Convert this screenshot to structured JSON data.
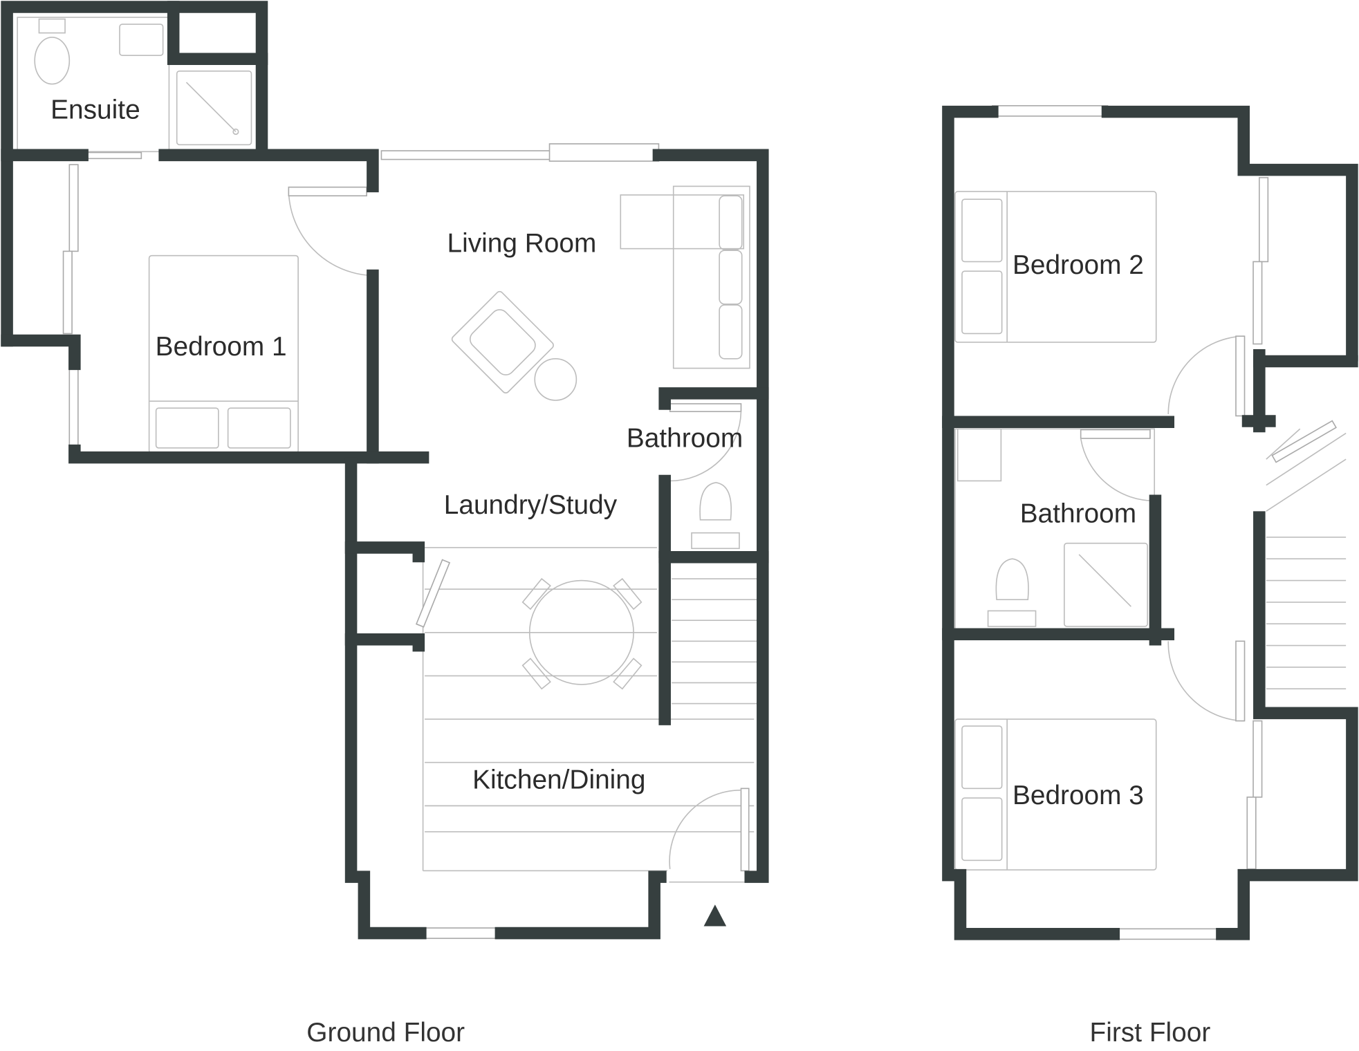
{
  "colors": {
    "wall": "#363f3f",
    "fixture": "#bdbdbd",
    "background": "#ffffff"
  },
  "ground_floor": {
    "title": "Ground Floor",
    "rooms": [
      "Ensuite",
      "Bedroom 1",
      "Living Room",
      "Bathroom",
      "Laundry/Study",
      "Kitchen/Dining"
    ]
  },
  "first_floor": {
    "title": "First Floor",
    "rooms": [
      "Bedroom 2",
      "Bathroom",
      "Bedroom 3"
    ]
  },
  "entrance_marker": "entrance-triangle-icon"
}
